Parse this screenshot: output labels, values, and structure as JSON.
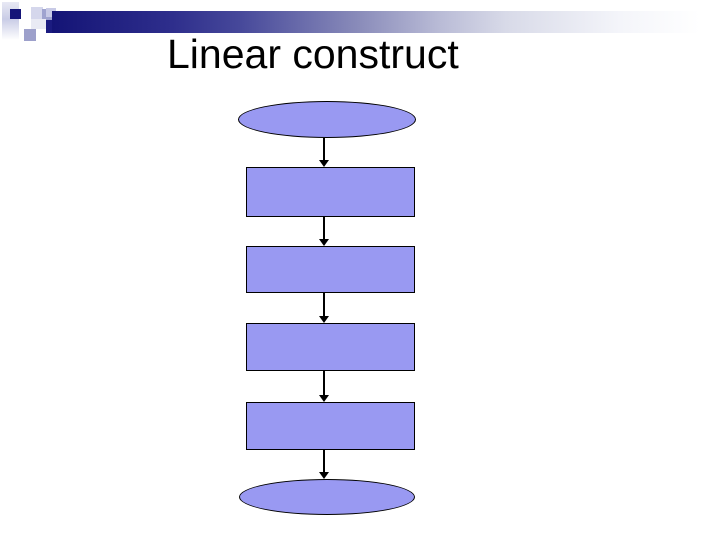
{
  "slide": {
    "title": "Linear construct",
    "background_color": "#ffffff",
    "title_color": "#000000"
  },
  "decoration": {
    "style": "pixel-squares-with-gradient-bar",
    "bar_gradient_start": "#141476",
    "bar_gradient_end": "#ffffff",
    "dark_square_color": "#141478",
    "medium_square_color": "#9fa3cf",
    "pale_square_color": "#d5d7ec"
  },
  "flowchart": {
    "fill_color": "#9999f2",
    "stroke_color": "#000000",
    "connector_color": "#000000",
    "nodes": [
      {
        "id": "start",
        "type": "ellipse",
        "label": ""
      },
      {
        "id": "step-1",
        "type": "rectangle",
        "label": ""
      },
      {
        "id": "step-2",
        "type": "rectangle",
        "label": ""
      },
      {
        "id": "step-3",
        "type": "rectangle",
        "label": ""
      },
      {
        "id": "step-4",
        "type": "rectangle",
        "label": ""
      },
      {
        "id": "end",
        "type": "ellipse",
        "label": ""
      }
    ],
    "connectors": [
      {
        "from": "start",
        "to": "step-1",
        "style": "arrow-down"
      },
      {
        "from": "step-1",
        "to": "step-2",
        "style": "arrow-down"
      },
      {
        "from": "step-2",
        "to": "step-3",
        "style": "arrow-down"
      },
      {
        "from": "step-3",
        "to": "step-4",
        "style": "arrow-down"
      },
      {
        "from": "step-4",
        "to": "end",
        "style": "arrow-down"
      }
    ]
  }
}
